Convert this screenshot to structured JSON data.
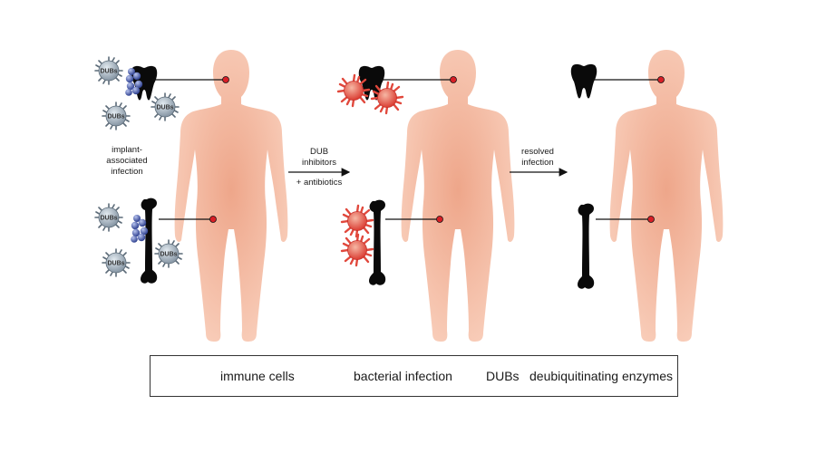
{
  "panel1": {
    "label_lines": [
      "implant-",
      "associated",
      "infection"
    ]
  },
  "arrow1": {
    "top_lines": [
      "DUB",
      "inhibitors"
    ],
    "bottom_line": "+ antibiotics"
  },
  "arrow2": {
    "top_lines": [
      "resolved",
      "infection"
    ]
  },
  "cell_label": "DUBs",
  "legend": {
    "immune_cells": "immune cells",
    "bacterial_infection": "bacterial infection",
    "dubs_abbrev": "DUBs",
    "dubs_full": "deubiquitinating enzymes"
  },
  "colors": {
    "skin": "#f6c3ad",
    "skin_center": "#eea68a",
    "bone": "#0a0a0a",
    "immune_gray": "#8a9aa8",
    "immune_red": "#e1483c",
    "bacteria_blue": "#3a4d9c",
    "marker_red": "#d81f26"
  }
}
